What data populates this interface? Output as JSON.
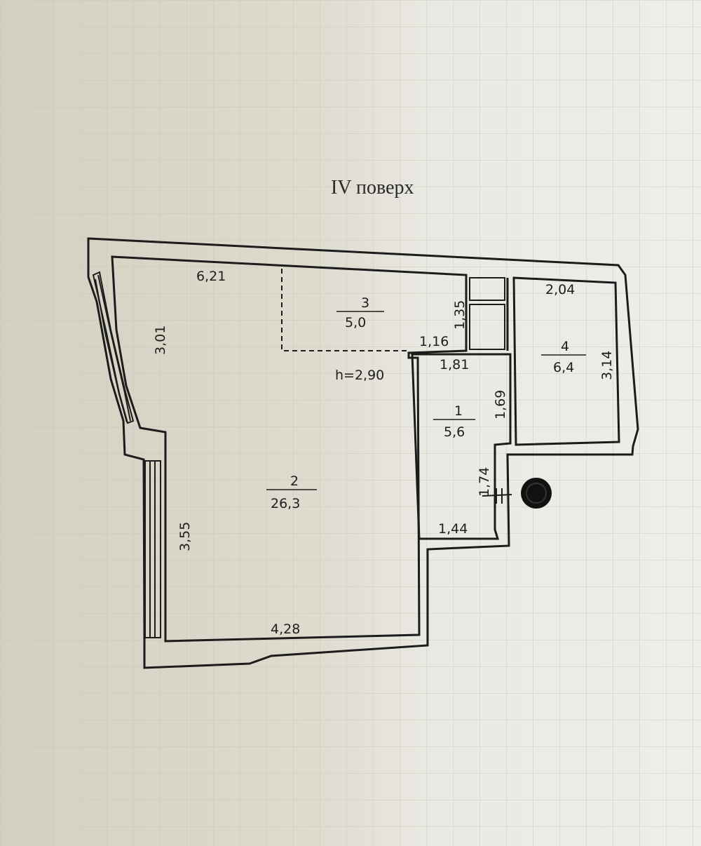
{
  "title": "IV поверх",
  "height_label": "h=2,90",
  "rooms": [
    {
      "number": "1",
      "area": "5,6"
    },
    {
      "number": "2",
      "area": "26,3"
    },
    {
      "number": "3",
      "area": "5,0"
    },
    {
      "number": "4",
      "area": "6,4"
    }
  ],
  "dimensions": {
    "d621": "6,21",
    "d301": "3,01",
    "d135": "1,35",
    "d116": "1,16",
    "d181": "1,81",
    "d169": "1,69",
    "d174": "1,74",
    "d144": "1,44",
    "d204": "2,04",
    "d314": "3,14",
    "d355": "3,55",
    "d428": "4,28"
  },
  "colors": {
    "paper_left": "#dcd9cb",
    "paper_right": "#ecebe6",
    "ink": "#1c1c1c",
    "grid": "#c4c2b6"
  },
  "icons": {
    "riser": "filled-circle"
  }
}
